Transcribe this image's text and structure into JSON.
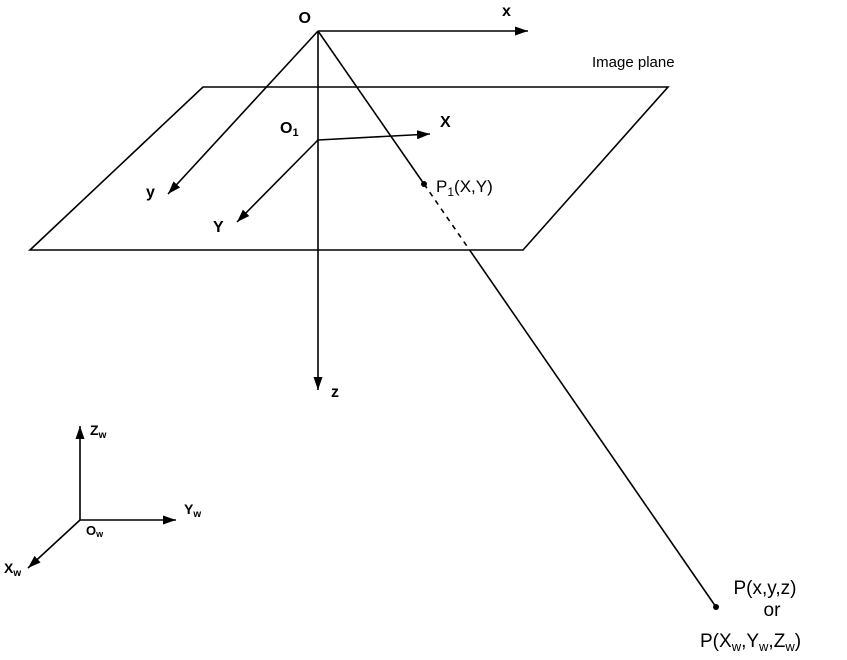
{
  "diagram": {
    "camera_frame": {
      "origin_label": "O",
      "x_label": "x",
      "y_label": "y",
      "z_label": "z"
    },
    "image_plane": {
      "caption": "Image plane",
      "origin_main": "O",
      "origin_sub": "1",
      "x_label": "X",
      "y_label": "Y"
    },
    "image_point": {
      "main": "P",
      "sub": "1",
      "coords": "(X,Y)"
    },
    "world_point": {
      "line1": "P(x,y,z)",
      "line2": "or",
      "line3": {
        "p1": "P(X",
        "s1": "w",
        "p2": ",Y",
        "s2": "w",
        "p3": ",Z",
        "s3": "w",
        "p4": ")"
      }
    },
    "world_frame": {
      "origin_main": "O",
      "origin_sub": "w",
      "x_main": "X",
      "x_sub": "w",
      "y_main": "Y",
      "y_sub": "w",
      "z_main": "Z",
      "z_sub": "w"
    }
  }
}
